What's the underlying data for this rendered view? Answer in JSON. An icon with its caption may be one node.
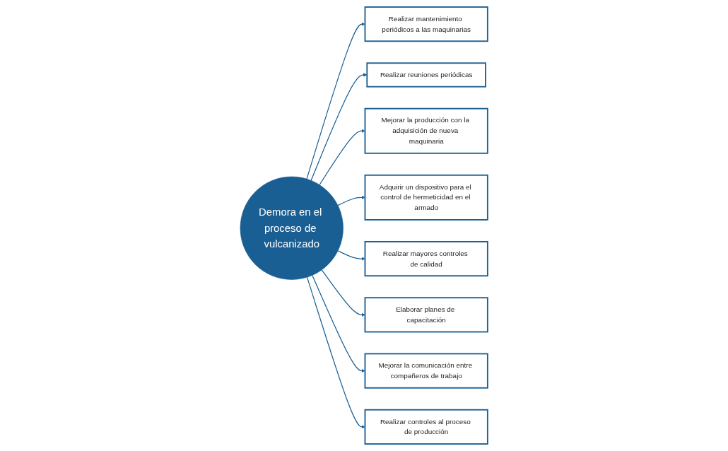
{
  "diagram": {
    "nodes": [
      {
        "text": [
          "Demora en el proceso de vulcanizado"
        ]
      },
      {
        "text": [
          "Realizar mantenimiento periódicos a las maquinarias"
        ]
      },
      {
        "text": [
          "Realizar reuniones periódicas"
        ]
      },
      {
        "text": [
          "Mejorar la producción con la adquisición de nueva maquinaria"
        ]
      },
      {
        "text": [
          "Adquirir un dispositivo para el control de hermeticidad en el armado"
        ]
      },
      {
        "text": [
          "Realizar mayores controles de calidad"
        ]
      },
      {
        "text": [
          "Elaborar planes de capacitación"
        ]
      },
      {
        "text": [
          "Mejorar la comunicación entre compañeros de trabajo"
        ]
      },
      {
        "text": [
          "Realizar controles al proceso de producción"
        ]
      }
    ],
    "edges": [
      {
        "from": 0,
        "to": 1,
        "arrow": "to"
      },
      {
        "from": 0,
        "to": 2,
        "arrow": "to"
      },
      {
        "from": 0,
        "to": 3,
        "arrow": "to"
      },
      {
        "from": 0,
        "to": 4,
        "arrow": "to"
      },
      {
        "from": 0,
        "to": 5,
        "arrow": "to"
      },
      {
        "from": 0,
        "to": 6,
        "arrow": "to"
      },
      {
        "from": 0,
        "to": 7,
        "arrow": "to"
      },
      {
        "from": 0,
        "to": 8,
        "arrow": "to"
      }
    ]
  }
}
